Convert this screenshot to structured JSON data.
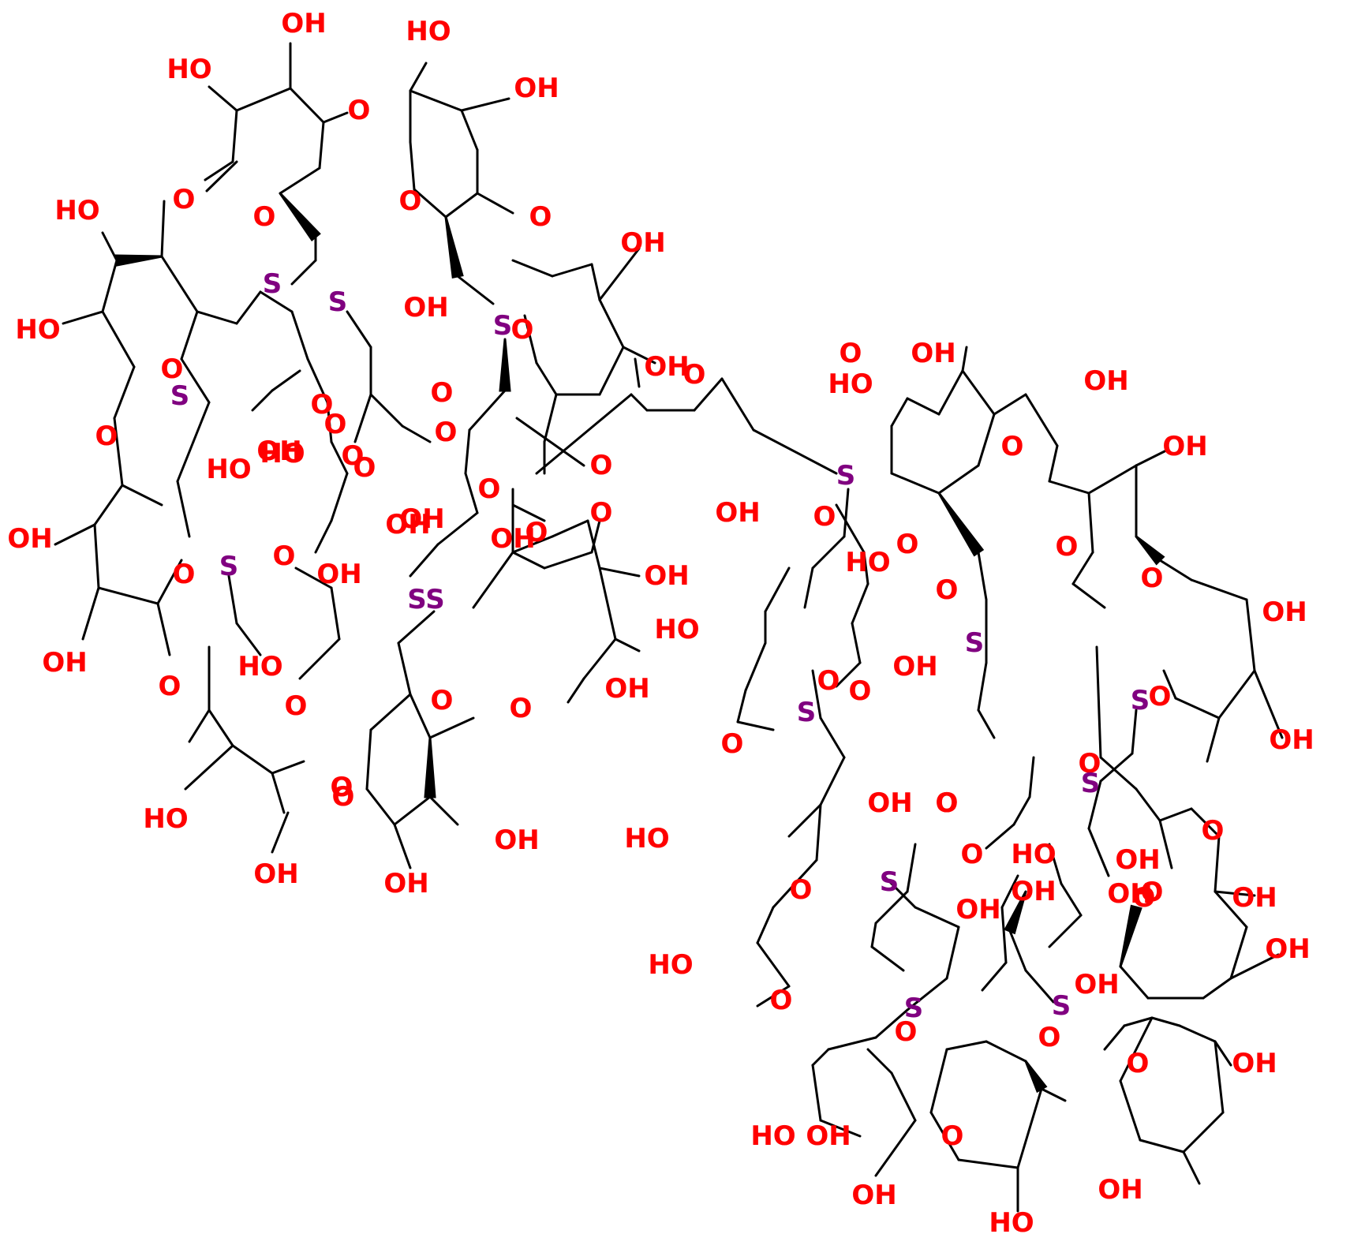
{
  "colors": {
    "oxygen": "#ff0000",
    "sulfur": "#800080",
    "bond": "#000000",
    "background": "#ffffff"
  },
  "atoms": {
    "hydroxyl": "OH",
    "hydroxyl_left": "HO",
    "oxygen": "O",
    "sulfur": "S",
    "merged_sulfur_pair": "SS"
  }
}
